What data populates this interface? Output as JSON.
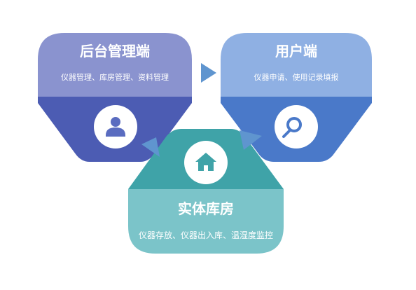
{
  "nodes": {
    "admin": {
      "title": "后台管理端",
      "description": "仪器管理、库房管理、资料管理",
      "icon": "user-icon"
    },
    "user": {
      "title": "用户端",
      "description": "仪器申请、使用记录填报",
      "icon": "search-icon"
    },
    "warehouse": {
      "title": "实体库房",
      "description": "仪器存放、仪器出入库、温湿度监控",
      "icon": "home-icon"
    }
  },
  "connectors": [
    {
      "from": "admin",
      "to": "user",
      "icon": "arrow-right-icon"
    },
    {
      "from": "user",
      "to": "warehouse",
      "icon": "arrow-down-left-icon"
    },
    {
      "from": "warehouse",
      "to": "admin",
      "icon": "arrow-up-left-icon"
    }
  ],
  "colors": {
    "admin_top": "#8a93cf",
    "admin_bottom": "#4c5cb3",
    "user_top": "#8fb0e3",
    "user_bottom": "#4a79c9",
    "warehouse_top": "#3fa3a8",
    "warehouse_bottom": "#7bc4c9",
    "arrow": "#5f95cf",
    "icon_circle": "#ffffff"
  }
}
